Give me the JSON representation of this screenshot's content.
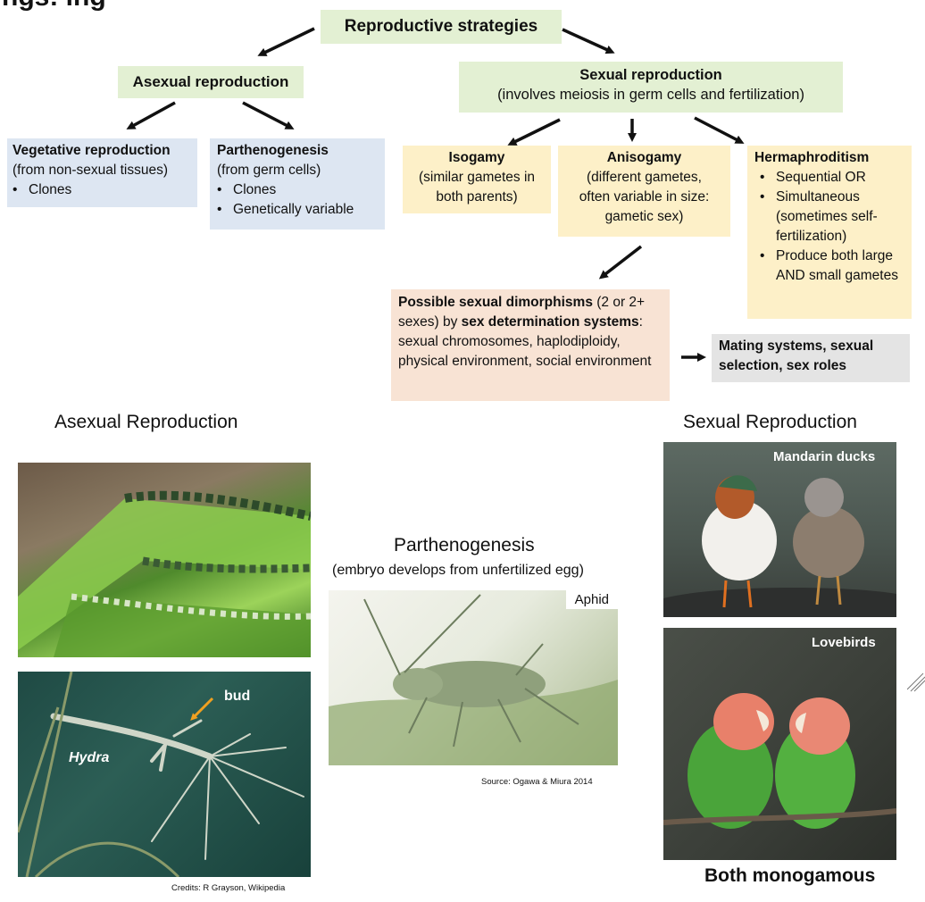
{
  "partial_title": "ngs:  ing",
  "root": {
    "label": "Reproductive strategies"
  },
  "asexual": {
    "label": "Asexual reproduction"
  },
  "sexual": {
    "title": "Sexual reproduction",
    "subtitle": "(involves meiosis in germ cells and fertilization)"
  },
  "vegetative": {
    "title": "Vegetative reproduction",
    "line1": "(from non-sexual tissues)",
    "bullets": [
      "Clones"
    ]
  },
  "parthenogenesis_box": {
    "title": "Parthenogenesis",
    "line1": "(from germ cells)",
    "bullets": [
      "Clones",
      "Genetically variable"
    ]
  },
  "isogamy": {
    "title": "Isogamy",
    "lines": [
      "(similar gametes in",
      "both parents)"
    ]
  },
  "anisogamy": {
    "title": "Anisogamy",
    "lines": [
      "(different gametes,",
      "often variable in size:",
      "gametic sex)"
    ]
  },
  "hermaphroditism": {
    "title": "Hermaphroditism",
    "bullets": [
      "Sequential OR",
      "Simultaneous (sometimes self-fertilization)",
      "Produce both large AND small gametes"
    ]
  },
  "dimorphism": {
    "bold1": "Possible sexual dimorphisms",
    "text1": " (2 or 2+ sexes) by ",
    "bold2": "sex determination systems",
    "text2": ": sexual chromosomes, haplodiploidy, physical environment, social environment"
  },
  "mating": {
    "label": "Mating systems, sexual selection, sex roles"
  },
  "headings": {
    "asexual": "Asexual Reproduction",
    "sexual": "Sexual Reproduction",
    "parthenogenesis": "Parthenogenesis",
    "parthenogenesis_sub": "(embryo develops from unfertilized egg)"
  },
  "photos": {
    "mandarin": "Mandarin ducks",
    "lovebirds": "Lovebirds",
    "aphid": "Aphid",
    "bud": "bud",
    "hydra": "Hydra"
  },
  "credits": {
    "aphid": "Source: Ogawa & Miura 2014",
    "hydra": "Credits: R Grayson, Wikipedia"
  },
  "footer": "Both monogamous",
  "colors": {
    "green": "#e3f0d3",
    "blue": "#dde6f2",
    "yellow": "#fdf0c8",
    "peach": "#f8e3d4",
    "gray": "#e4e4e4"
  }
}
